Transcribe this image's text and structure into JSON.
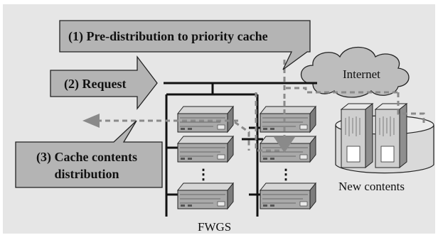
{
  "callouts": {
    "pre_distribution": "(1) Pre-distribution to priority cache",
    "request": "(2) Request",
    "cache_distribution_line1": "(3) Cache contents",
    "cache_distribution_line2": "distribution"
  },
  "labels": {
    "internet": "Internet",
    "new_contents": "New contents",
    "fwgs": "FWGS",
    "ellipsis": "⋮"
  },
  "colors": {
    "background_panel": "#e6e6e6",
    "callout_fill": "#b4b4b4",
    "cloud_fill": "#bdbdbd",
    "dashed_path": "#8a8a8a",
    "network_line": "#111111"
  },
  "icons": {
    "cloud": "cloud-icon",
    "server": "server-icon",
    "storage": "storage-cylinder-icon"
  }
}
